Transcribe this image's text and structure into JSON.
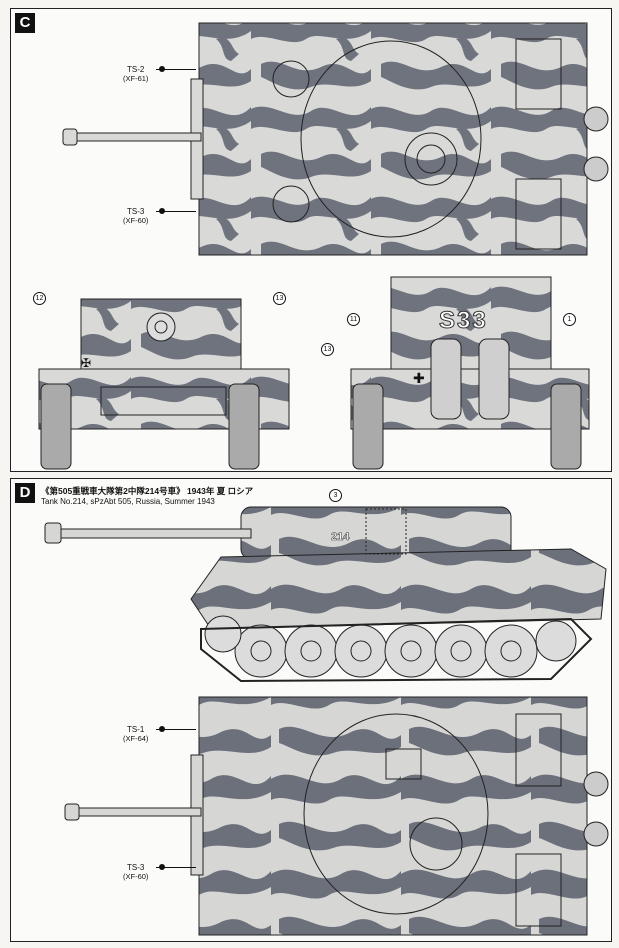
{
  "panel_c": {
    "label": "C",
    "paint_top_upper": {
      "name": "TS-2",
      "code": "(XF-61)"
    },
    "paint_top_lower": {
      "name": "TS-3",
      "code": "(XF-60)"
    },
    "callouts": {
      "front_left": "12",
      "front_right": "13",
      "rear_upper_left": "11",
      "rear_lower_left": "13",
      "rear_right": "1"
    },
    "turret_number": "S33"
  },
  "panel_d": {
    "label": "D",
    "title_jp": "《第505重戦車大隊第2中隊214号車》 1943年 夏 ロシア",
    "title_en": "Tank No.214, sPzAbt 505, Russia, Summer 1943",
    "turret_number": "214",
    "callout_side": "3",
    "paint_top_upper": {
      "name": "TS-1",
      "code": "(XF-64)"
    },
    "paint_top_lower": {
      "name": "TS-3",
      "code": "(XF-60)"
    }
  },
  "colors": {
    "base": "#d8d8d6",
    "camo": "#6f7480",
    "line": "#222222"
  }
}
